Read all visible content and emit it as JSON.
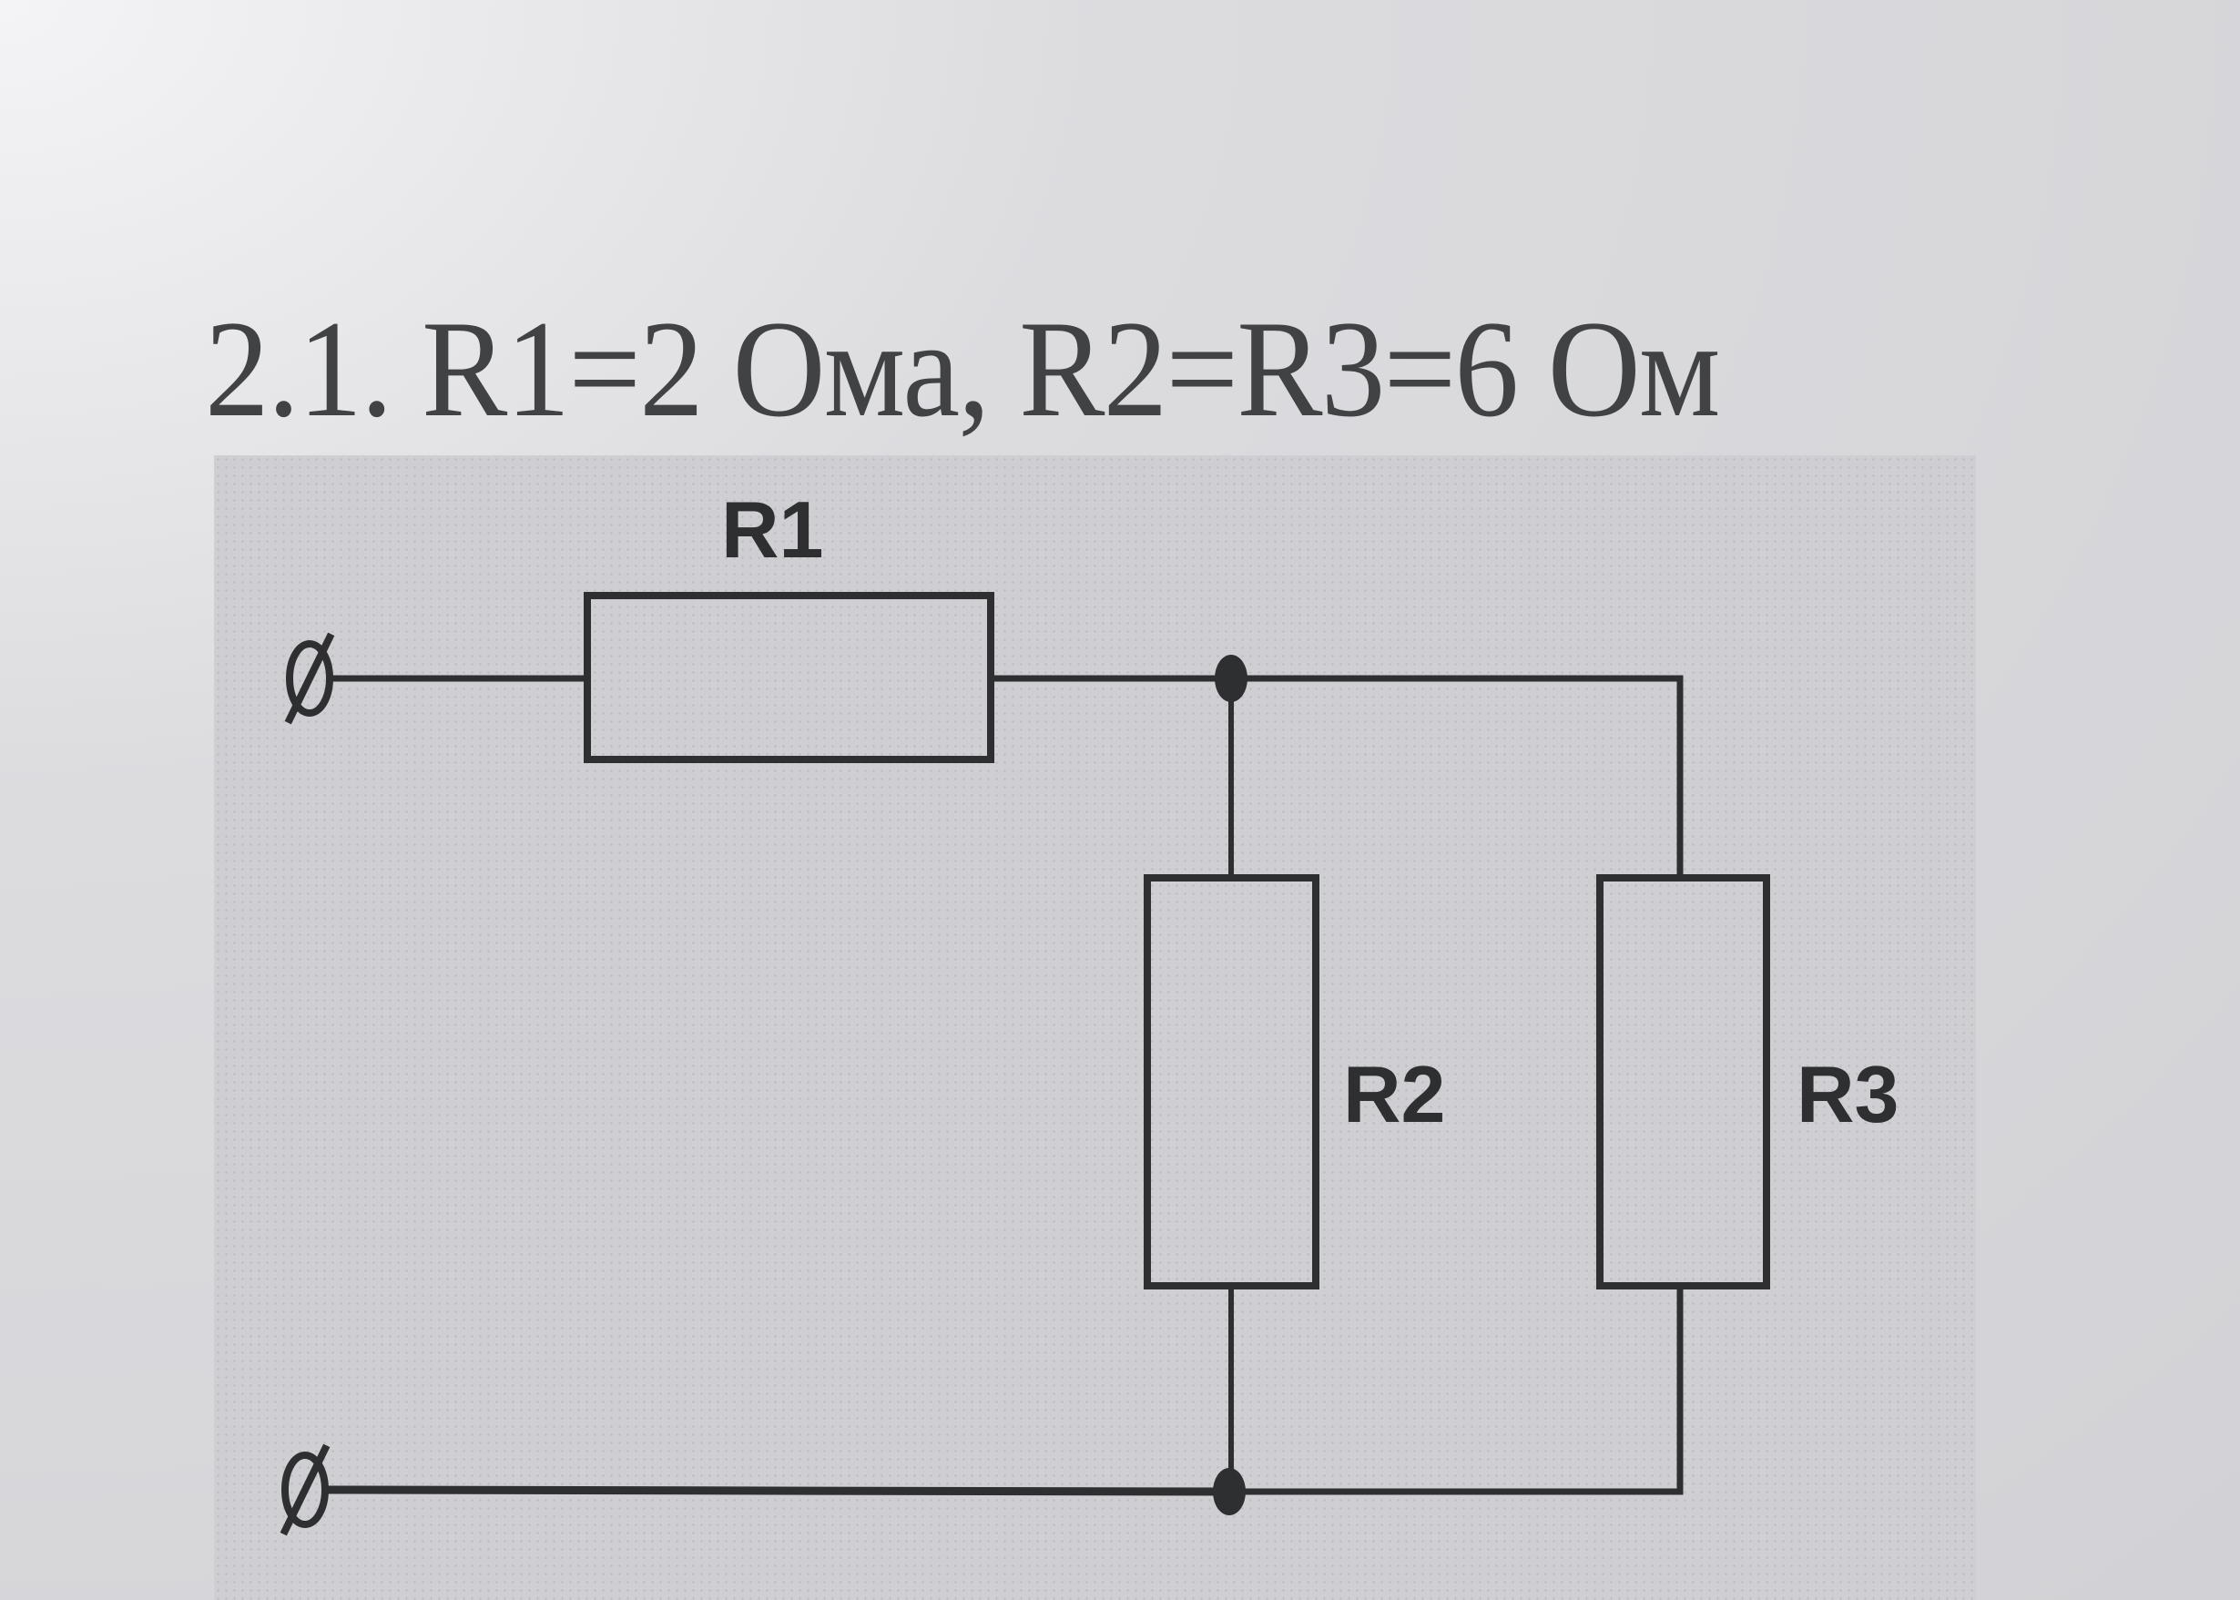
{
  "problem": {
    "title": "2.1. R1=2 Ома, R2=R3=6 Ом"
  },
  "circuit": {
    "components": [
      {
        "id": "R1",
        "label": "R1",
        "type": "resistor",
        "orientation": "horizontal",
        "value": "2 Ом"
      },
      {
        "id": "R2",
        "label": "R2",
        "type": "resistor",
        "orientation": "vertical",
        "value": "6 Ом"
      },
      {
        "id": "R3",
        "label": "R3",
        "type": "resistor",
        "orientation": "vertical",
        "value": "6 Ом"
      }
    ],
    "terminals": [
      {
        "id": "input-top",
        "symbol": "Ø"
      },
      {
        "id": "input-bottom",
        "symbol": "Ø"
      }
    ],
    "topology": "R1 in series with parallel combination of R2 and R3",
    "colors": {
      "ink": "#2e2f30",
      "paper": "#d4d4d8"
    }
  }
}
